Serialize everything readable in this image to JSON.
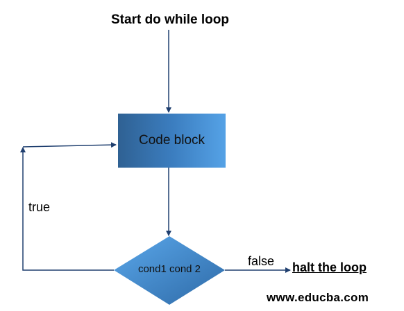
{
  "diagram": {
    "start_label": "Start do while loop",
    "process_label": "Code block",
    "decision_label": "cond1 cond 2",
    "true_label": "true",
    "false_label": "false",
    "end_label": "halt the loop",
    "watermark": "www.educba.com"
  },
  "colors": {
    "connector": "#1f3f6f",
    "shape_dark": "#2f6193",
    "shape_light": "#55a2e6"
  }
}
